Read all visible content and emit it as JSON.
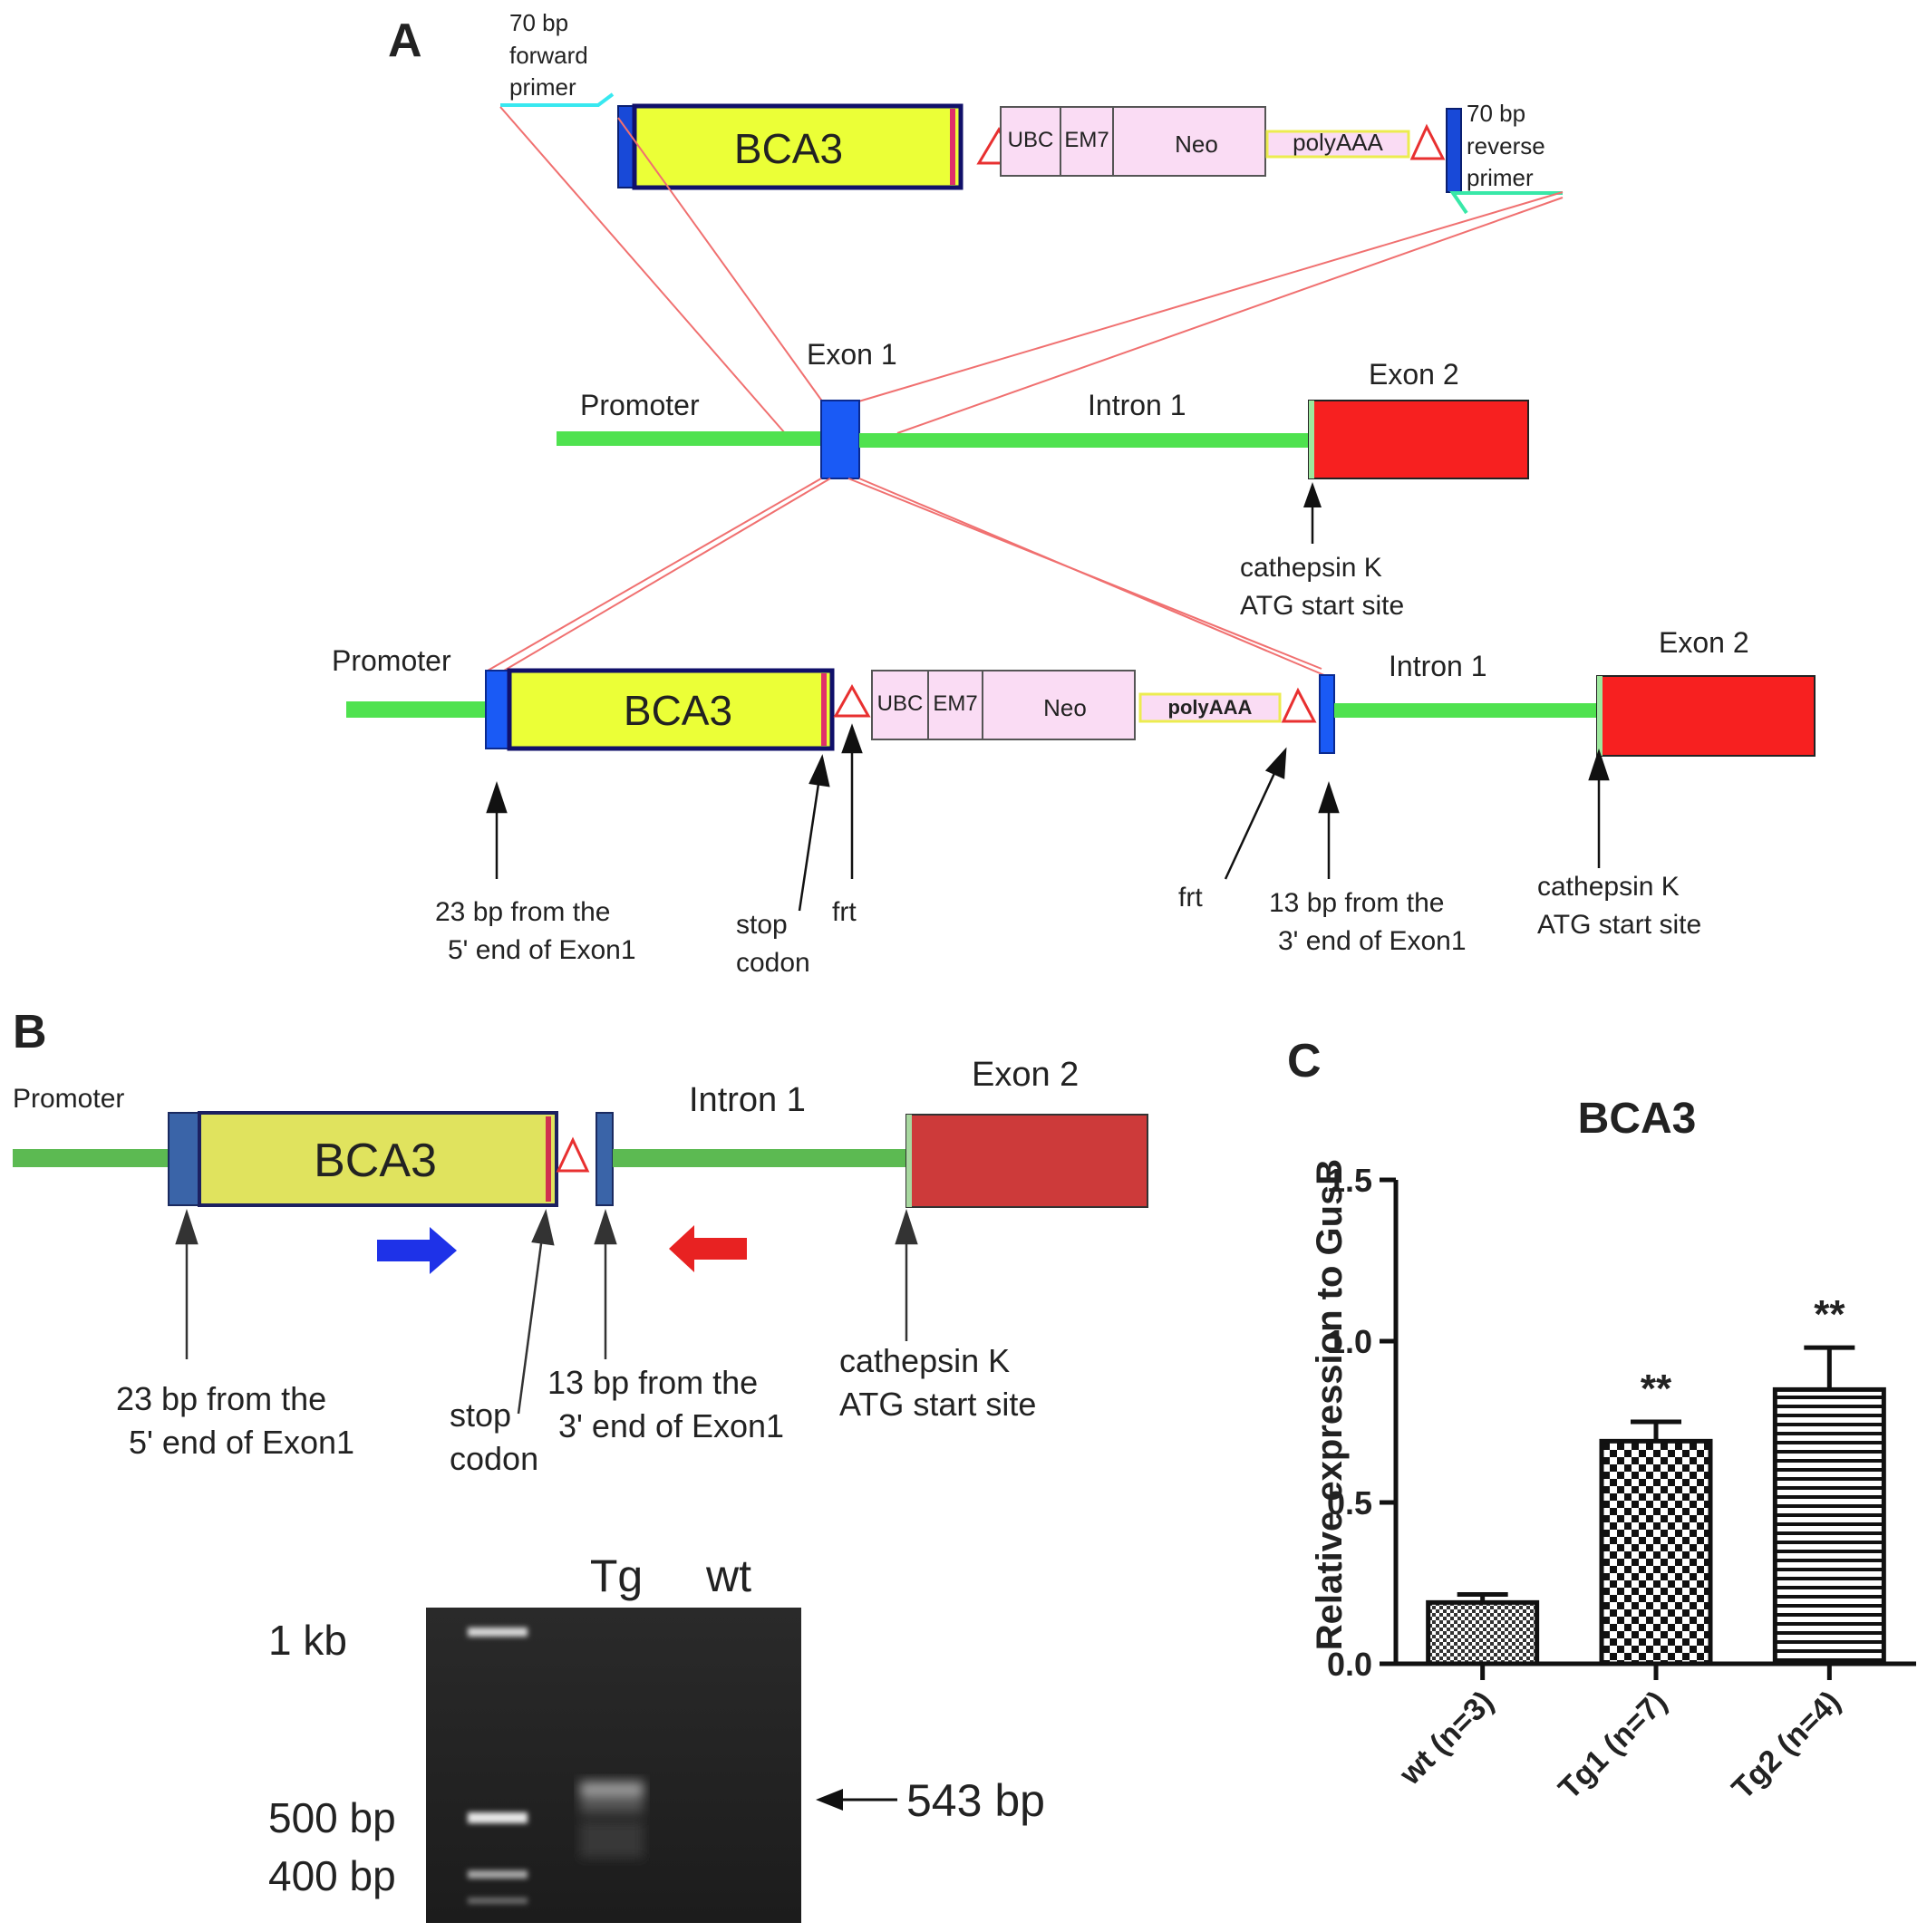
{
  "panel_a": {
    "panel_label": "A",
    "forward_primer": [
      "70 bp",
      "forward",
      "primer"
    ],
    "reverse_primer": [
      "70 bp",
      "reverse",
      "primer"
    ],
    "construct": {
      "gene": "BCA3",
      "ubc": "UBC",
      "em7": "EM7",
      "neo": "Neo",
      "polya": "polyAAA"
    },
    "wildtype": {
      "promoter": "Promoter",
      "exon1": "Exon 1",
      "intron1": "Intron 1",
      "exon2": "Exon 2",
      "start_site": [
        "cathepsin K",
        "ATG start site"
      ]
    },
    "targeted": {
      "promoter": "Promoter",
      "gene": "BCA3",
      "ubc": "UBC",
      "em7": "EM7",
      "neo": "Neo",
      "polya": "polyAAA",
      "intron1": "Intron 1",
      "exon2": "Exon 2"
    },
    "annotations": {
      "five_prime": [
        "23 bp from the",
        "5' end of Exon1"
      ],
      "stop": [
        "stop",
        "codon"
      ],
      "frt_left": "frt",
      "frt_right": "frt",
      "three_prime": [
        "13 bp from the",
        "3' end of Exon1"
      ],
      "start_site": [
        "cathepsin K",
        "ATG start site"
      ]
    }
  },
  "panel_b": {
    "panel_label": "B",
    "promoter": "Promoter",
    "gene": "BCA3",
    "intron1": "Intron 1",
    "exon2": "Exon 2",
    "annotations": {
      "five_prime": [
        "23 bp from the",
        "5' end of Exon1"
      ],
      "stop": [
        "stop",
        "codon"
      ],
      "three_prime": [
        "13 bp from the",
        "3' end of Exon1"
      ],
      "start_site": [
        "cathepsin K",
        "ATG start site"
      ]
    },
    "gel": {
      "lanes": [
        "Tg",
        "wt"
      ],
      "markers": [
        "1 kb",
        "500 bp",
        "400 bp"
      ],
      "product": "543 bp"
    }
  },
  "panel_c": {
    "panel_label": "C",
    "chart_data": {
      "type": "bar",
      "title": "BCA3",
      "ylabel": "Relative expression to GusB",
      "xlabel": "",
      "categories": [
        "wt (n=3)",
        "Tg1 (n=7)",
        "Tg2 (n=4)"
      ],
      "values": [
        0.19,
        0.69,
        0.85
      ],
      "errors": [
        0.025,
        0.06,
        0.13
      ],
      "significance": [
        "",
        "**",
        "**"
      ],
      "ylim": [
        0,
        1.5
      ],
      "yticks": [
        "0.0",
        "0.5",
        "1.0",
        "1.5"
      ],
      "grid": false,
      "patterns": [
        "fine-checker",
        "checker",
        "horizontal-stripes"
      ]
    }
  }
}
